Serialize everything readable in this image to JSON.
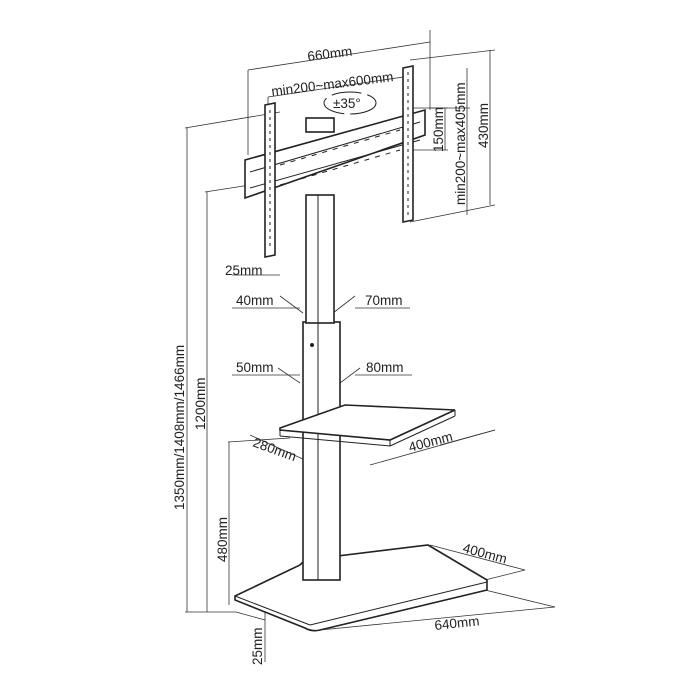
{
  "diagram": {
    "labels": {
      "overall_width": "660mm",
      "vesa_width": "min200~max600mm",
      "swivel": "±35°",
      "bracket_spacing": "150mm",
      "vesa_height": "min200~max405mm",
      "bracket_height": "430mm",
      "total_height": "1350mm/1408mm/1466mm",
      "mount_height": "1200mm",
      "tilt_gap": "25mm",
      "upper_pole_width": "40mm",
      "upper_pole_depth": "70mm",
      "lower_pole_width": "50mm",
      "lower_pole_depth": "80mm",
      "shelf_depth": "280mm",
      "shelf_width": "400mm",
      "shelf_height": "480mm",
      "base_depth": "400mm",
      "base_width": "640mm",
      "base_thickness": "25mm"
    }
  }
}
